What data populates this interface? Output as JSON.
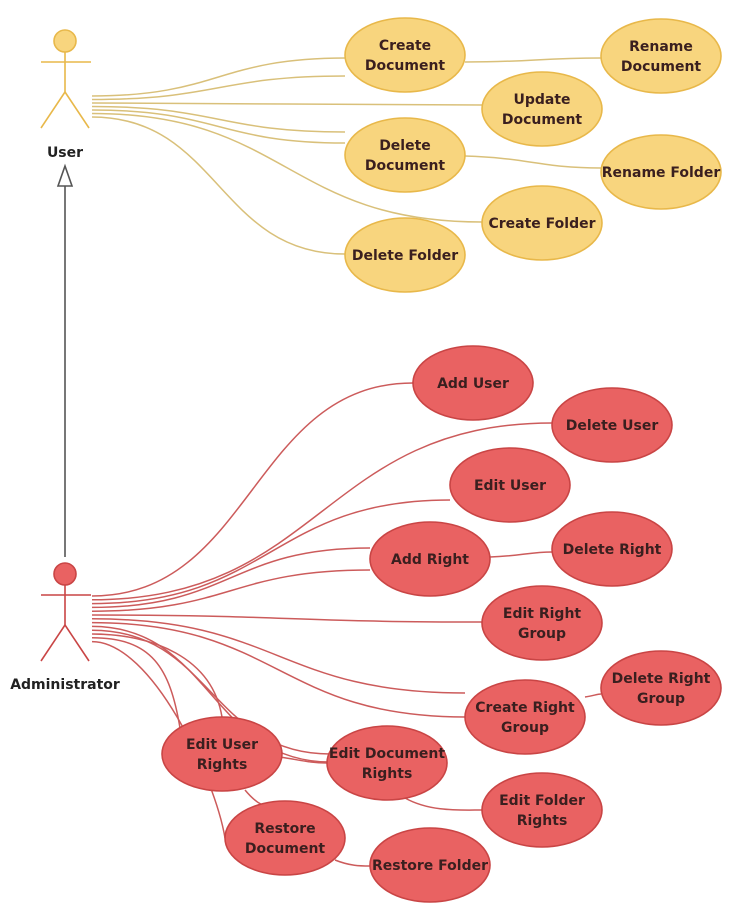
{
  "colors": {
    "user_fill": "#f8d57e",
    "user_stroke": "#e8b84a",
    "user_line": "#d9c07a",
    "admin_fill": "#e96262",
    "admin_stroke": "#c94545",
    "admin_line": "#cc5b5b",
    "generalization": "#555555"
  },
  "actors": {
    "user": {
      "label": "User"
    },
    "admin": {
      "label": "Administrator"
    }
  },
  "usecases": {
    "create_document": {
      "lines": [
        "Create",
        "Document"
      ]
    },
    "rename_document": {
      "lines": [
        "Rename",
        "Document"
      ]
    },
    "update_document": {
      "lines": [
        "Update",
        "Document"
      ]
    },
    "delete_document": {
      "lines": [
        "Delete",
        "Document"
      ]
    },
    "rename_folder": {
      "lines": [
        "Rename Folder"
      ]
    },
    "create_folder": {
      "lines": [
        "Create Folder"
      ]
    },
    "delete_folder": {
      "lines": [
        "Delete Folder"
      ]
    },
    "add_user": {
      "lines": [
        "Add User"
      ]
    },
    "delete_user": {
      "lines": [
        "Delete User"
      ]
    },
    "edit_user": {
      "lines": [
        "Edit User"
      ]
    },
    "add_right": {
      "lines": [
        "Add Right"
      ]
    },
    "delete_right": {
      "lines": [
        "Delete Right"
      ]
    },
    "edit_right_group": {
      "lines": [
        "Edit Right",
        "Group"
      ]
    },
    "delete_right_group": {
      "lines": [
        "Delete Right",
        "Group"
      ]
    },
    "create_right_group": {
      "lines": [
        "Create Right",
        "Group"
      ]
    },
    "edit_user_rights": {
      "lines": [
        "Edit User",
        "Rights"
      ]
    },
    "edit_document_rights": {
      "lines": [
        "Edit Document",
        "Rights"
      ]
    },
    "edit_folder_rights": {
      "lines": [
        "Edit Folder",
        "Rights"
      ]
    },
    "restore_document": {
      "lines": [
        "Restore",
        "Document"
      ]
    },
    "restore_folder": {
      "lines": [
        "Restore Folder"
      ]
    }
  }
}
